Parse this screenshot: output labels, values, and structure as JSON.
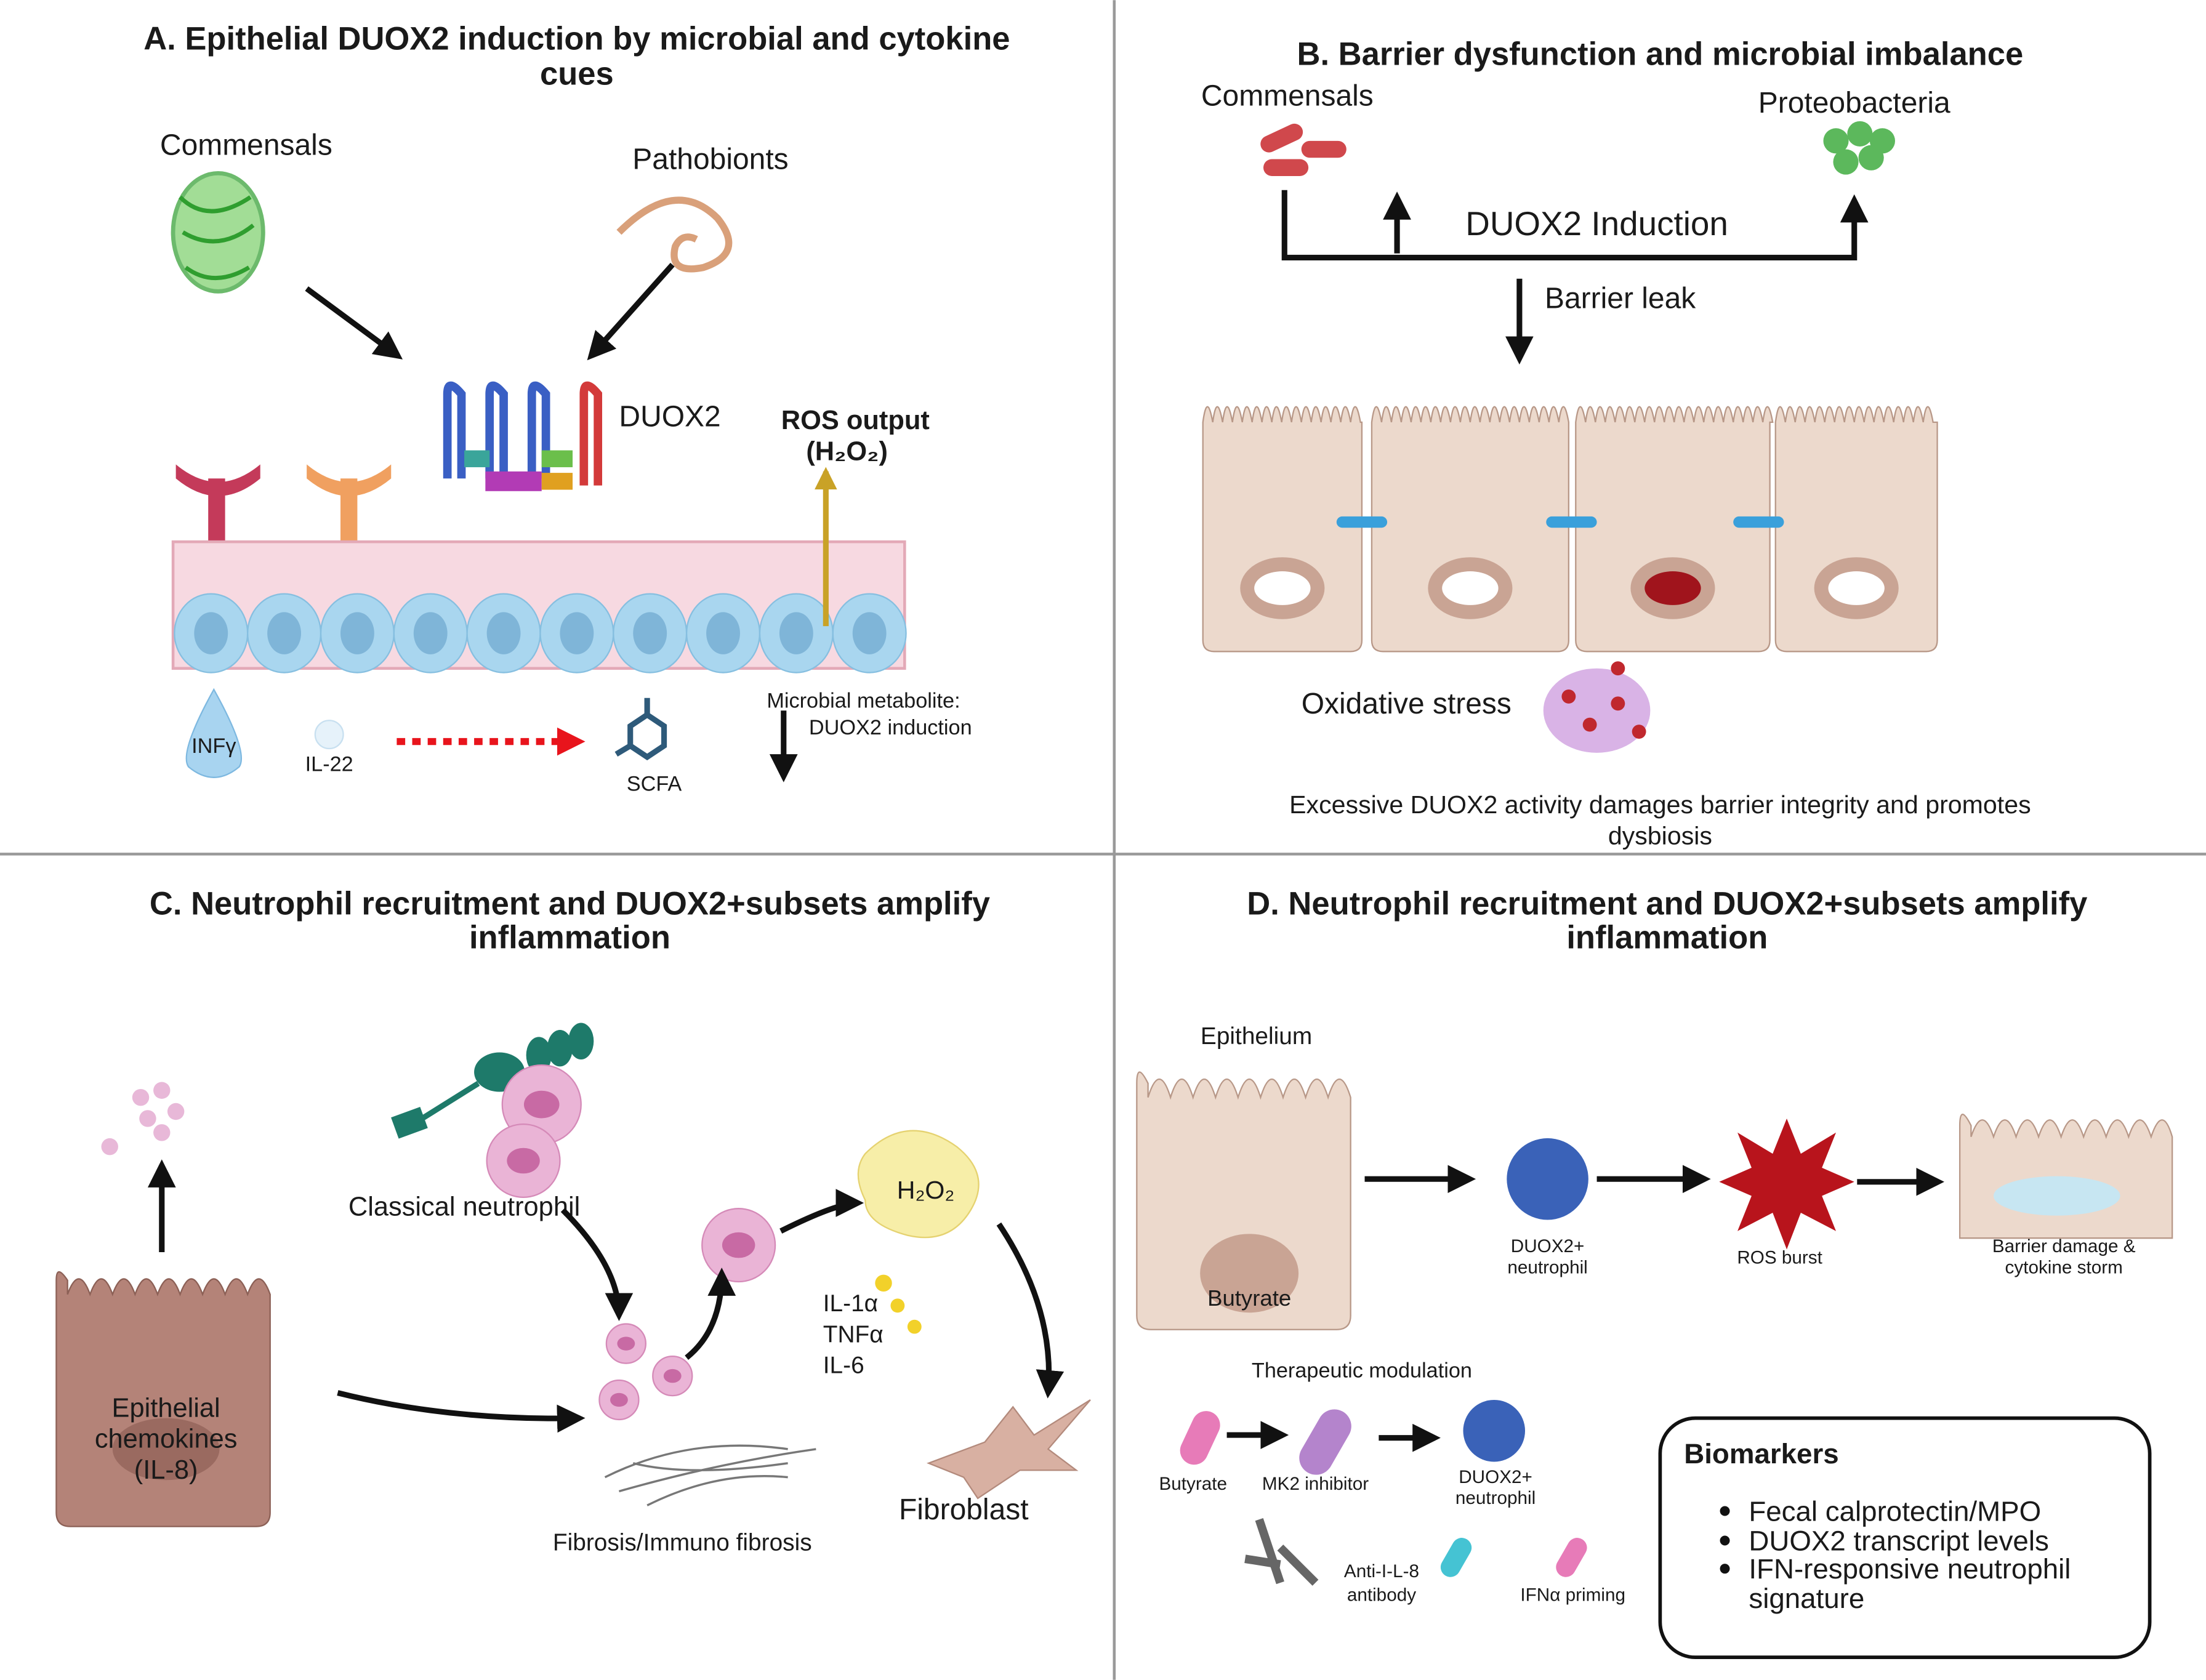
{
  "panel_a": {
    "title_line1": "A. Epithelial DUOX2 induction by microbial and cytokine",
    "title_line2": "cues",
    "commensals": "Commensals",
    "pathobionts": "Pathobionts",
    "duox2": "DUOX2",
    "ros_line1": "ROS output",
    "ros_line2": "(H₂O₂)",
    "infg": "INFγ",
    "il22": "IL-22",
    "scfa": "SCFA",
    "metabolite_line1": "Microbial metabolite:",
    "metabolite_line2": "DUOX2 induction"
  },
  "panel_b": {
    "title": "B. Barrier dysfunction and microbial imbalance",
    "commensals": "Commensals",
    "proteobacteria": "Proteobacteria",
    "induction": "DUOX2 Induction",
    "barrier_leak": "Barrier leak",
    "oxidative_stress": "Oxidative stress",
    "caption_line1": "Excessive DUOX2 activity damages barrier integrity and promotes",
    "caption_line2": "dysbiosis"
  },
  "panel_c": {
    "title_line1": "C. Neutrophil recruitment and DUOX2+subsets amplify",
    "title_line2": "inflammation",
    "classical_neutrophil": "Classical neutrophil",
    "h2o2": "H₂O₂",
    "cytokines": [
      "IL-1α",
      "TNFα",
      "IL-6"
    ],
    "chemokines_line1": "Epithelial",
    "chemokines_line2": "chemokines",
    "chemokines_line3": "(IL-8)",
    "fibrosis": "Fibrosis/Immuno fibrosis",
    "fibroblast": "Fibroblast"
  },
  "panel_d": {
    "title_line1": "D. Neutrophil recruitment and DUOX2+subsets amplify",
    "title_line2": "inflammation",
    "epithelium": "Epithelium",
    "butyrate": "Butyrate",
    "duox2_neutrophil_line1": "DUOX2+",
    "duox2_neutrophil_line2": "neutrophil",
    "ros_burst": "ROS burst",
    "damage_line1": "Barrier damage &",
    "damage_line2": "cytokine storm",
    "therapeutic": "Therapeutic modulation",
    "t_butyrate": "Butyrate",
    "t_mk2": "MK2 inhibitor",
    "t_neut_line1": "DUOX2+",
    "t_neut_line2": "neutrophil",
    "t_anti_line1": "Anti-I-L-8",
    "t_anti_line2": "antibody",
    "t_ifn": "IFNα priming",
    "biomarkers_title": "Biomarkers",
    "biomarkers": [
      "Fecal calprotectin/MPO",
      "DUOX2 transcript levels",
      "IFN-responsive neutrophil"
    ],
    "biomarkers_cont": "signature"
  }
}
